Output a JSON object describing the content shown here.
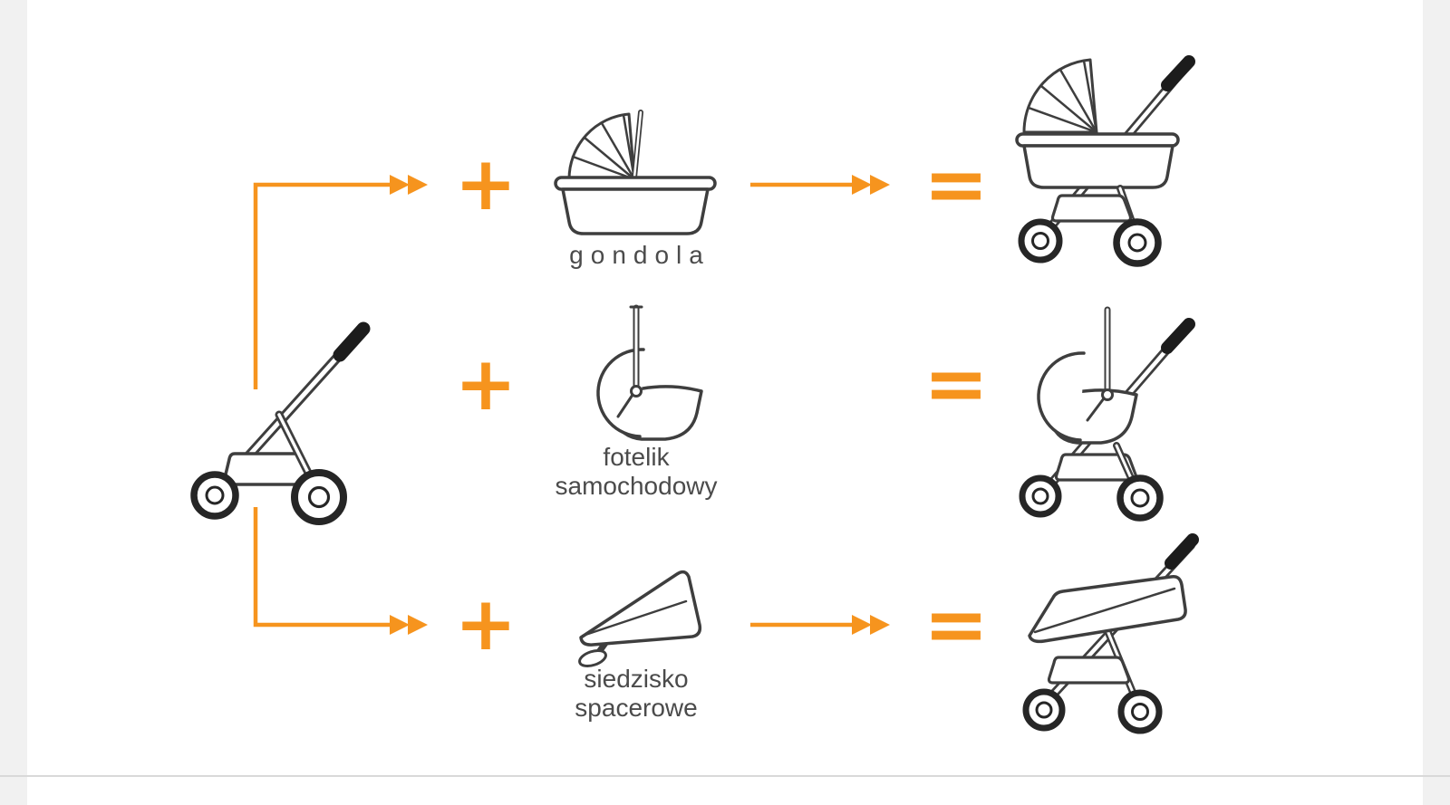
{
  "colors": {
    "accent_orange": "#F6941E",
    "line_dark": "#3e3e3e",
    "label_gray": "#4b4b4b"
  },
  "operators": {
    "plus": "+",
    "equals": "="
  },
  "icons": {
    "base": "stroller-frame-icon",
    "attachments": [
      "carrycot-icon",
      "car-seat-icon",
      "stroller-seat-icon"
    ],
    "results": [
      "frame-with-carrycot-icon",
      "frame-with-car-seat-icon",
      "frame-with-stroller-seat-icon"
    ]
  },
  "rows": [
    {
      "label_lines": [
        "gondola"
      ]
    },
    {
      "label_lines": [
        "fotelik",
        "samochodowy"
      ]
    },
    {
      "label_lines": [
        "siedzisko",
        "spacerowe"
      ]
    }
  ]
}
